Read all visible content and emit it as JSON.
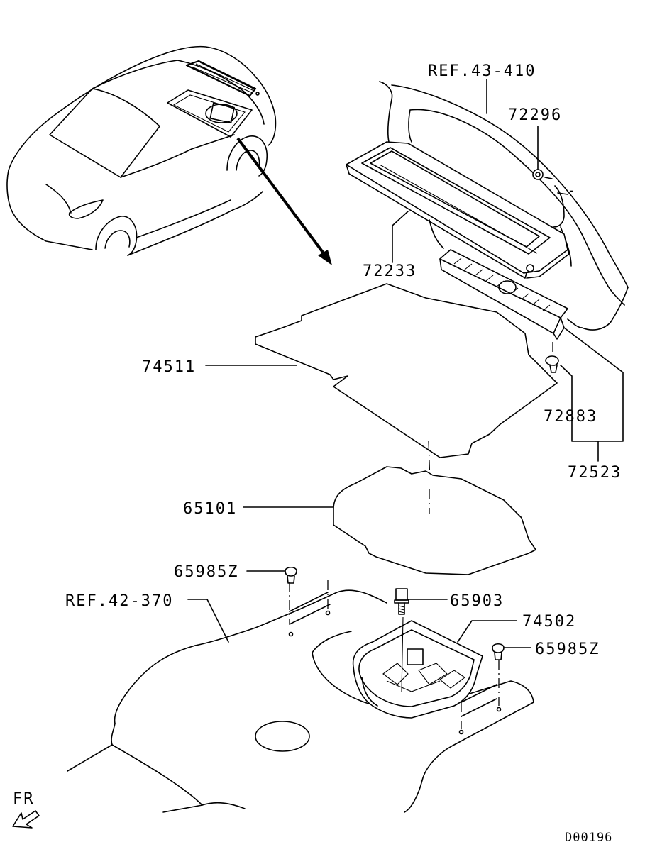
{
  "diagram": {
    "drawing_code": "D00196",
    "front_indicator": "FR",
    "labels": {
      "ref_43_410": "REF.43-410",
      "p72296": "72296",
      "p72233": "72233",
      "p74511": "74511",
      "p72883": "72883",
      "p72523": "72523",
      "p65101": "65101",
      "p65985z_left": "65985Z",
      "p65903": "65903",
      "ref_42_370": "REF.42-370",
      "p74502": "74502",
      "p65985z_right": "65985Z"
    }
  }
}
